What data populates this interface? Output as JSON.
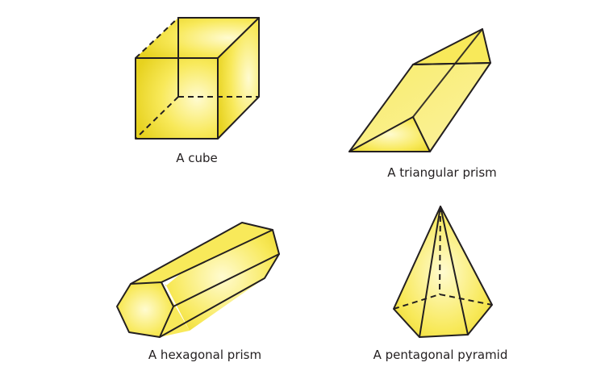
{
  "figure": {
    "shapes": [
      {
        "id": "cube",
        "caption": "A cube"
      },
      {
        "id": "triangular-prism",
        "caption": "A triangular prism"
      },
      {
        "id": "hexagonal-prism",
        "caption": "A hexagonal prism"
      },
      {
        "id": "pentagonal-pyramid",
        "caption": "A pentagonal pyramid"
      }
    ],
    "colors": {
      "face_light": "#fffbd0",
      "face_mid": "#f8e95a",
      "face_dark": "#e7d21f",
      "edge": "#231f20",
      "background": "#ffffff"
    }
  }
}
